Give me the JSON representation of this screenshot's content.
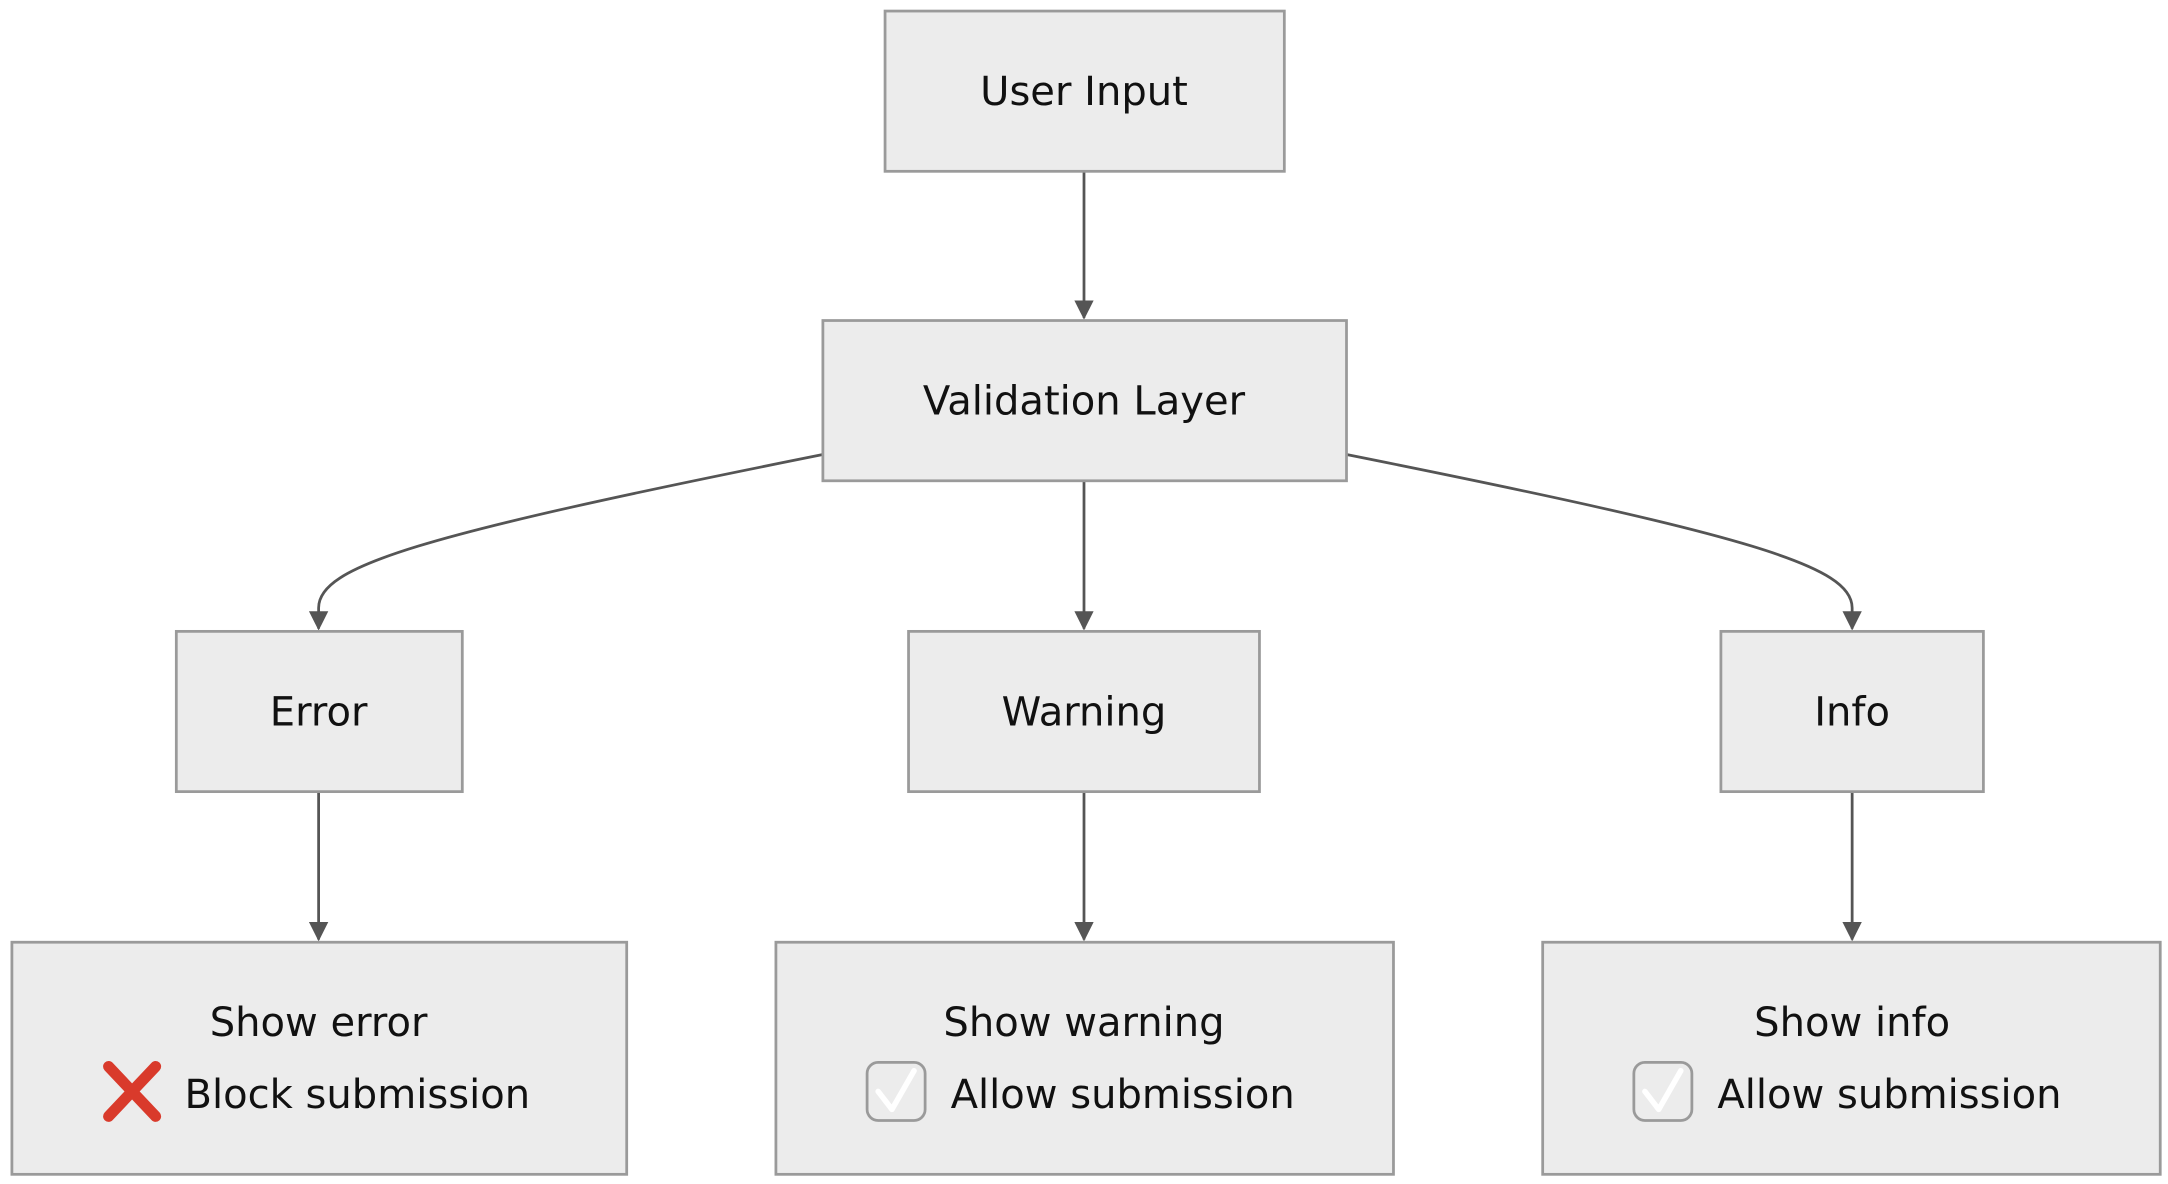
{
  "nodes": {
    "user_input": "User Input",
    "validation": "Validation Layer",
    "error": "Error",
    "warning": "Warning",
    "info": "Info",
    "show_error": {
      "line1": "Show error",
      "line2": "Block submission",
      "icon": "cross-mark-icon"
    },
    "show_warning": {
      "line1": "Show warning",
      "line2": "Allow submission",
      "icon": "check-mark-button-icon"
    },
    "show_info": {
      "line1": "Show info",
      "line2": "Allow submission",
      "icon": "check-mark-button-icon"
    }
  },
  "colors": {
    "node_fill": "#ececec",
    "node_stroke": "#9a9a9a",
    "edge": "#555555",
    "cross": "#d93a2b",
    "check": "#3daa3a"
  }
}
